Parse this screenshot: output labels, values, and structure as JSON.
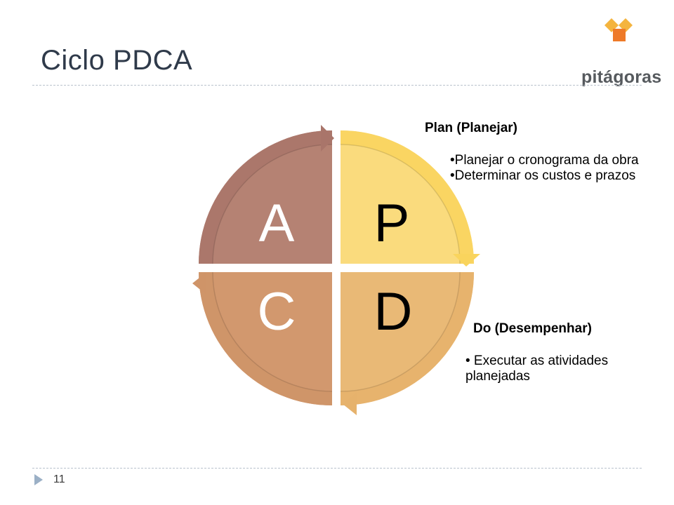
{
  "slide": {
    "title": "Ciclo PDCA",
    "page_number": "11"
  },
  "logo": {
    "text": "pitágoras",
    "colors": [
      "#f4b43e",
      "#ee7a28"
    ]
  },
  "cycle": {
    "quadrants": [
      {
        "letter": "P",
        "color": "#fadb7d",
        "arrow_color": "#f9d45d"
      },
      {
        "letter": "D",
        "color": "#e9b976",
        "arrow_color": "#e6b26c"
      },
      {
        "letter": "C",
        "color": "#d2986e",
        "arrow_color": "#cf9468"
      },
      {
        "letter": "A",
        "color": "#b58273",
        "arrow_color": "#a9756a"
      }
    ]
  },
  "plan": {
    "title": "Plan (Planejar)",
    "bullets": [
      "•Planejar o cronograma da obra",
      "•Determinar os custos e prazos"
    ]
  },
  "do": {
    "title": "Do (Desempenhar)",
    "bullets": [
      "• Executar as atividades",
      "planejadas"
    ]
  }
}
